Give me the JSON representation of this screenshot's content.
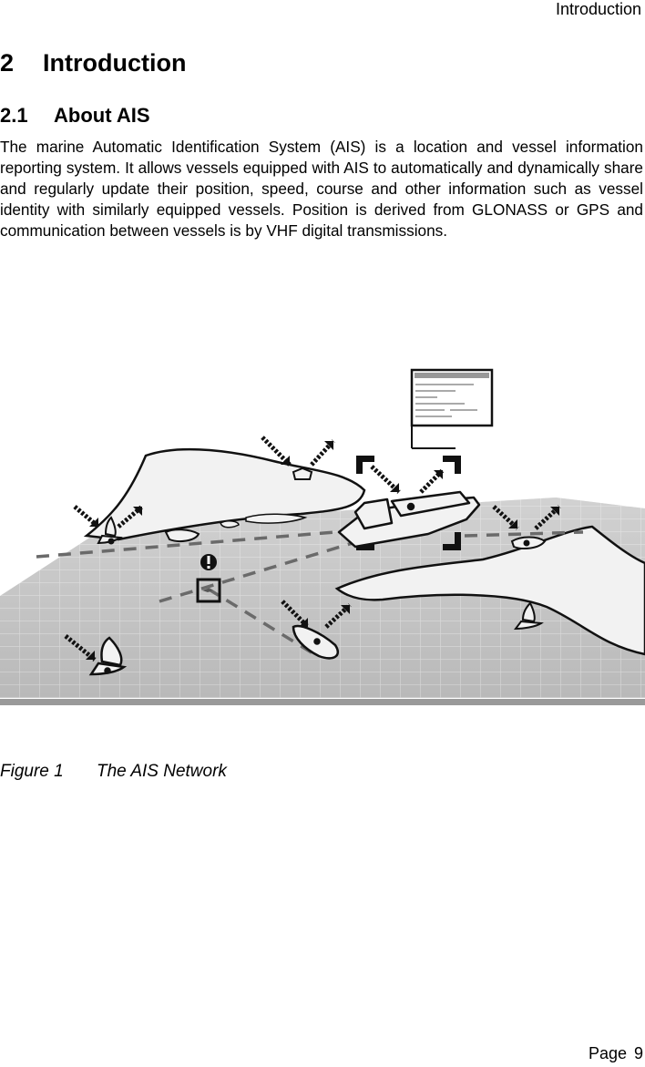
{
  "header": {
    "running_title": "Introduction"
  },
  "section": {
    "number": "2",
    "title": "Introduction"
  },
  "subsection": {
    "number": "2.1",
    "title": "About AIS"
  },
  "body": {
    "paragraph": "The marine Automatic Identification System (AIS) is a location and vessel information reporting system. It allows vessels equipped with AIS to automatically and dynamically share and regularly update their position, speed, course and other information such as vessel identity with similarly equipped vessels. Position is derived from GLONASS or GPS and communication between vessels is by VHF digital transmissions."
  },
  "figure": {
    "label": "Figure 1",
    "caption": "The AIS Network",
    "colors": {
      "sea": "#b4b4b4",
      "grid": "#d8d8d8",
      "land": "#f2f2f2",
      "outline": "#111111",
      "signal": "#1a1a1a"
    },
    "icons": [
      "landmass-illustration",
      "cargo-ship-illustration",
      "sailboat-illustration",
      "motorboat-illustration",
      "ais-display-screen-icon",
      "warning-icon",
      "vhf-signal-icon",
      "gps-position-marker-icon"
    ]
  },
  "footer": {
    "page_label": "Page",
    "page_number": "9"
  }
}
